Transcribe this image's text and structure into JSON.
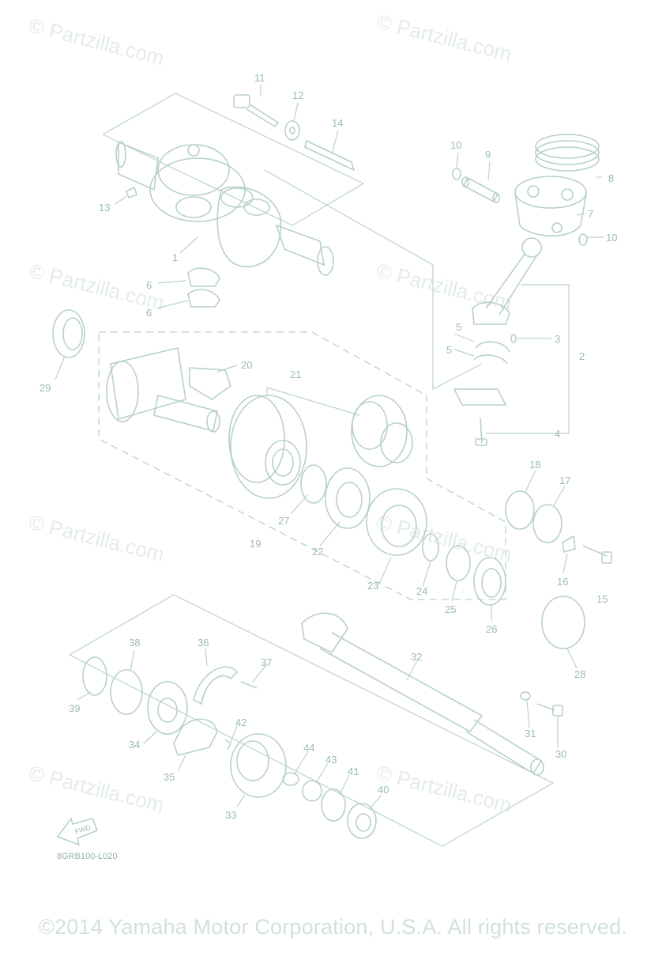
{
  "watermark_text": "© Partzilla.com",
  "diagram_code": "8GRB100-L020",
  "fwd_label": "FWD",
  "copyright": "©2014 Yamaha Motor Corporation, U.S.A. All rights reserved.",
  "callouts": {
    "p1": "1",
    "p2": "2",
    "p3": "3",
    "p4": "4",
    "p5a": "5",
    "p5b": "5",
    "p6a": "6",
    "p6b": "6",
    "p7": "7",
    "p8": "8",
    "p9": "9",
    "p10a": "10",
    "p10b": "10",
    "p11": "11",
    "p12": "12",
    "p13": "13",
    "p14": "14",
    "p15": "15",
    "p16": "16",
    "p17": "17",
    "p18": "18",
    "p19": "19",
    "p20": "20",
    "p21": "21",
    "p22": "22",
    "p23": "23",
    "p24": "24",
    "p25": "25",
    "p26": "26",
    "p27": "27",
    "p28": "28",
    "p29": "29",
    "p30": "30",
    "p31": "31",
    "p32": "32",
    "p33": "33",
    "p34": "34",
    "p35": "35",
    "p36": "36",
    "p37": "37",
    "p38": "38",
    "p39": "39",
    "p40": "40",
    "p41": "41",
    "p42": "42",
    "p43": "43",
    "p44": "44"
  }
}
